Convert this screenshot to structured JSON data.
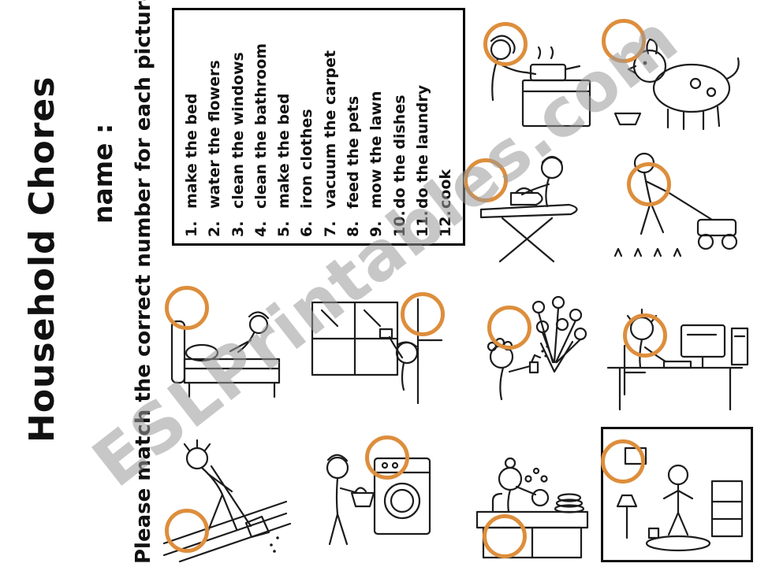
{
  "page": {
    "title": "Household Chores",
    "name_label": "name :",
    "instruction": "Please match the correct number for each picture.",
    "watermark": "ESLPrintables.com"
  },
  "list": {
    "items": [
      {
        "num": "1.",
        "label": "make the bed"
      },
      {
        "num": "2.",
        "label": "water the flowers"
      },
      {
        "num": "3.",
        "label": "clean the windows"
      },
      {
        "num": "4.",
        "label": "clean the bathroom"
      },
      {
        "num": "5.",
        "label": "make the bed"
      },
      {
        "num": "6.",
        "label": "iron clothes"
      },
      {
        "num": "7.",
        "label": "vacuum the carpet"
      },
      {
        "num": "8.",
        "label": "feed the pets"
      },
      {
        "num": "9.",
        "label": "mow the lawn"
      },
      {
        "num": "10.",
        "label": "do the dishes"
      },
      {
        "num": "11.",
        "label": "do the laundry"
      },
      {
        "num": "12.",
        "label": "cook"
      }
    ]
  },
  "pictures": [
    {
      "name": "cook"
    },
    {
      "name": "feed-the-pets"
    },
    {
      "name": "iron-clothes"
    },
    {
      "name": "mow-the-lawn"
    },
    {
      "name": "make-the-bed"
    },
    {
      "name": "clean-the-windows"
    },
    {
      "name": "water-the-flowers"
    },
    {
      "name": "computer-desk"
    },
    {
      "name": "sweep-the-floor"
    },
    {
      "name": "do-the-laundry"
    },
    {
      "name": "do-the-dishes"
    },
    {
      "name": "clean-the-bathroom"
    }
  ],
  "colors": {
    "answer_circle": "#dd8e3c",
    "watermark_gray": "#9a9a9a",
    "ink": "#1c1c1c"
  }
}
